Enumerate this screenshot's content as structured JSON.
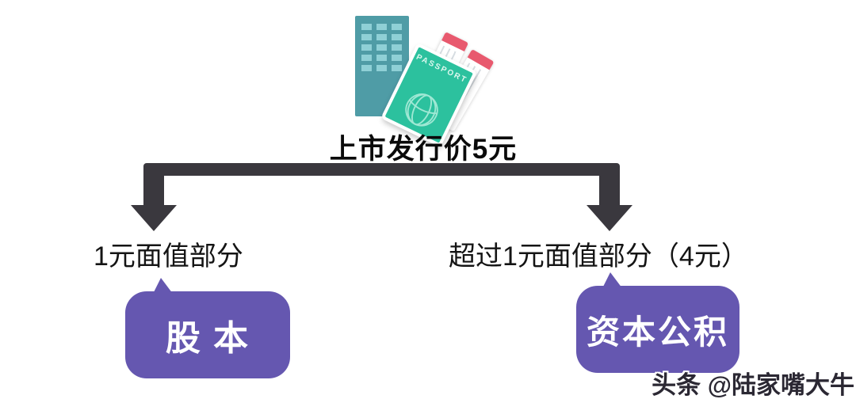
{
  "diagram": {
    "title": "上市发行价5元",
    "passport_label": "PASSPORT",
    "branches": {
      "left": {
        "label": "1元面值部分",
        "box_label": "股 本"
      },
      "right": {
        "label": "超过1元面值部分（4元）",
        "box_label": "资本公积"
      }
    },
    "watermark": "头条 @陆家嘴大牛"
  },
  "colors": {
    "purple": "#6557b0",
    "arrow": "#3a383e",
    "building": "#4f9ca6",
    "window": "#8fd0d6",
    "passport": "#2cc19e",
    "ticket_stripe": "#e8596e",
    "text": "#141414",
    "watermark": "#2b2833"
  }
}
